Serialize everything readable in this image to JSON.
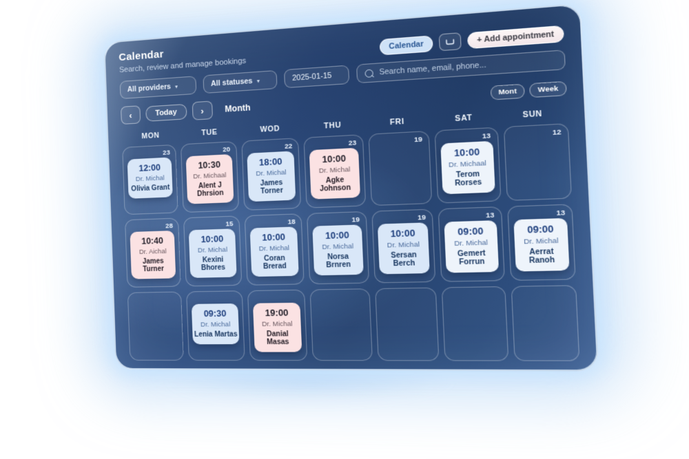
{
  "header": {
    "title": "Calendar",
    "subtitle": "Search, review and manage bookings",
    "calendar_button": "Calendar",
    "tray_icon": "tray-icon",
    "add_button": "+ Add appointment"
  },
  "filters": {
    "providers": "All providers",
    "statuses": "All statuses",
    "date": "2025-01-15",
    "search_placeholder": "Search name, email, phone...",
    "search_icon": "search-icon",
    "chevron": "⌄"
  },
  "nav": {
    "prev": "‹",
    "next": "›",
    "today": "Today",
    "view_label": "Month",
    "month_button": "Mont",
    "week_button": "Week"
  },
  "days": [
    "MON",
    "TUE",
    "WOD",
    "THU",
    "FRI",
    "SAT",
    "SUN"
  ],
  "weeks": [
    {
      "cells": [
        {
          "day": "23",
          "appt": {
            "time": "12:00",
            "provider": "Dr. Michal",
            "patient": "Olivia Grant",
            "color": "blue"
          }
        },
        {
          "day": "20",
          "appt": {
            "time": "10:30",
            "provider": "Dr. Michaal",
            "patient": "Alent J Dhrsion",
            "color": "pink"
          }
        },
        {
          "day": "22",
          "appt": {
            "time": "18:00",
            "provider": "Dr. Michal",
            "patient": "James Torner",
            "color": "blue"
          }
        },
        {
          "day": "23",
          "appt": {
            "time": "10:00",
            "provider": "Dr. Michal",
            "patient": "Agke Johnson",
            "color": "pink"
          }
        },
        {
          "day": "19",
          "appt": null
        },
        {
          "day": "13",
          "appt": {
            "time": "10:00",
            "provider": "Dr. Michaal",
            "patient": "Terom Rorses",
            "color": "white"
          }
        },
        {
          "day": "12",
          "appt": null
        }
      ]
    },
    {
      "cells": [
        {
          "day": "28",
          "appt": {
            "time": "10:40",
            "provider": "Dr. Aichal",
            "patient": "James Turner",
            "color": "pink"
          }
        },
        {
          "day": "15",
          "appt": {
            "time": "10:00",
            "provider": "Dr. Michal",
            "patient": "Kexini Bhores",
            "color": "blue"
          }
        },
        {
          "day": "18",
          "appt": {
            "time": "10:00",
            "provider": "Dr. Michal",
            "patient": "Coran Brerad",
            "color": "blue"
          }
        },
        {
          "day": "19",
          "appt": {
            "time": "10:00",
            "provider": "Dr. Michal",
            "patient": "Norsa Brnren",
            "color": "blue"
          }
        },
        {
          "day": "19",
          "appt": {
            "time": "10:00",
            "provider": "Dr. Michal",
            "patient": "Sersan Berch",
            "color": "blue"
          }
        },
        {
          "day": "13",
          "appt": {
            "time": "09:00",
            "provider": "Dr. Michal",
            "patient": "Gemert Forrun",
            "color": "white"
          }
        },
        {
          "day": "13",
          "appt": {
            "time": "09:00",
            "provider": "Dr. Michal",
            "patient": "Aerrat Ranoh",
            "color": "white"
          }
        }
      ]
    },
    {
      "cells": [
        {
          "day": "",
          "appt": null
        },
        {
          "day": "",
          "appt": {
            "time": "09:30",
            "provider": "Dr. Michal",
            "patient": "Lenia Martas",
            "color": "blue"
          }
        },
        {
          "day": "",
          "appt": {
            "time": "19:00",
            "provider": "Dr. Michal",
            "patient": "Danial Masas",
            "color": "pink"
          }
        },
        {
          "day": "",
          "appt": null
        },
        {
          "day": "",
          "appt": null
        },
        {
          "day": "",
          "appt": null
        },
        {
          "day": "",
          "appt": null
        }
      ]
    }
  ],
  "colors": {
    "card_blue": "#d9e7f8",
    "card_pink": "#fbe2e3",
    "card_white": "#eef4fb",
    "calendar_pill": "#cfe2f7",
    "panel_navy": "#2e4c7e"
  }
}
